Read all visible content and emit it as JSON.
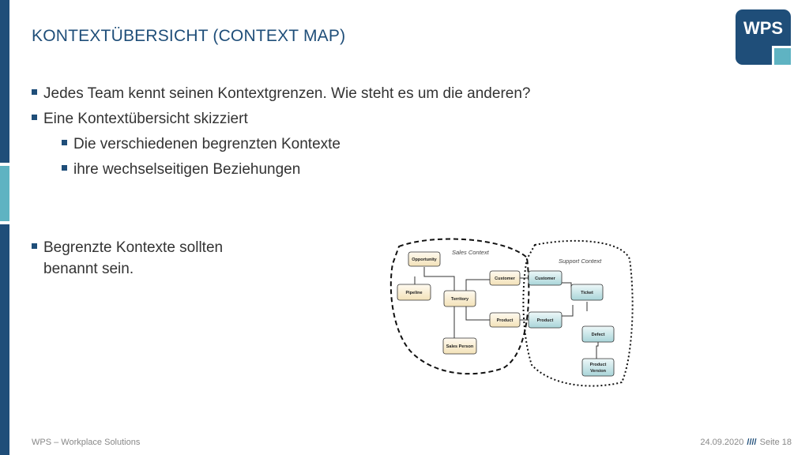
{
  "slide": {
    "title": "KONTEXTÜBERSICHT (CONTEXT MAP)",
    "logo_text": "WPS",
    "bullets": [
      {
        "text": "Jedes Team kennt seinen Kontextgrenzen. Wie steht es um die anderen?",
        "level": 1
      },
      {
        "text": "Eine Kontextübersicht skizziert",
        "level": 1
      },
      {
        "text": "Die verschiedenen begrenzten Kontexte",
        "level": 2
      },
      {
        "text": "ihre wechselseitigen Beziehungen",
        "level": 2
      },
      {
        "text": "Begrenzte Kontexte sollten",
        "text2": "benannt sein.",
        "level": 1
      }
    ],
    "footer": {
      "company": "WPS – Workplace Solutions",
      "date": "24.09.2020",
      "separator": "////",
      "page": "Seite 18"
    }
  },
  "diagram": {
    "sales_label": "Sales Context",
    "support_label": "Support Context",
    "sales_nodes": [
      "Opportunity",
      "Pipeline",
      "Territory",
      "Customer",
      "Product",
      "Sales Person"
    ],
    "support_nodes": [
      "Customer",
      "Ticket",
      "Product",
      "Defect",
      "Product",
      "Version"
    ]
  },
  "colors": {
    "brand": "#1f4e79",
    "accent": "#5fb3c2",
    "sales_node": "#fdf3dc",
    "support_node": "#cfe8ea"
  }
}
